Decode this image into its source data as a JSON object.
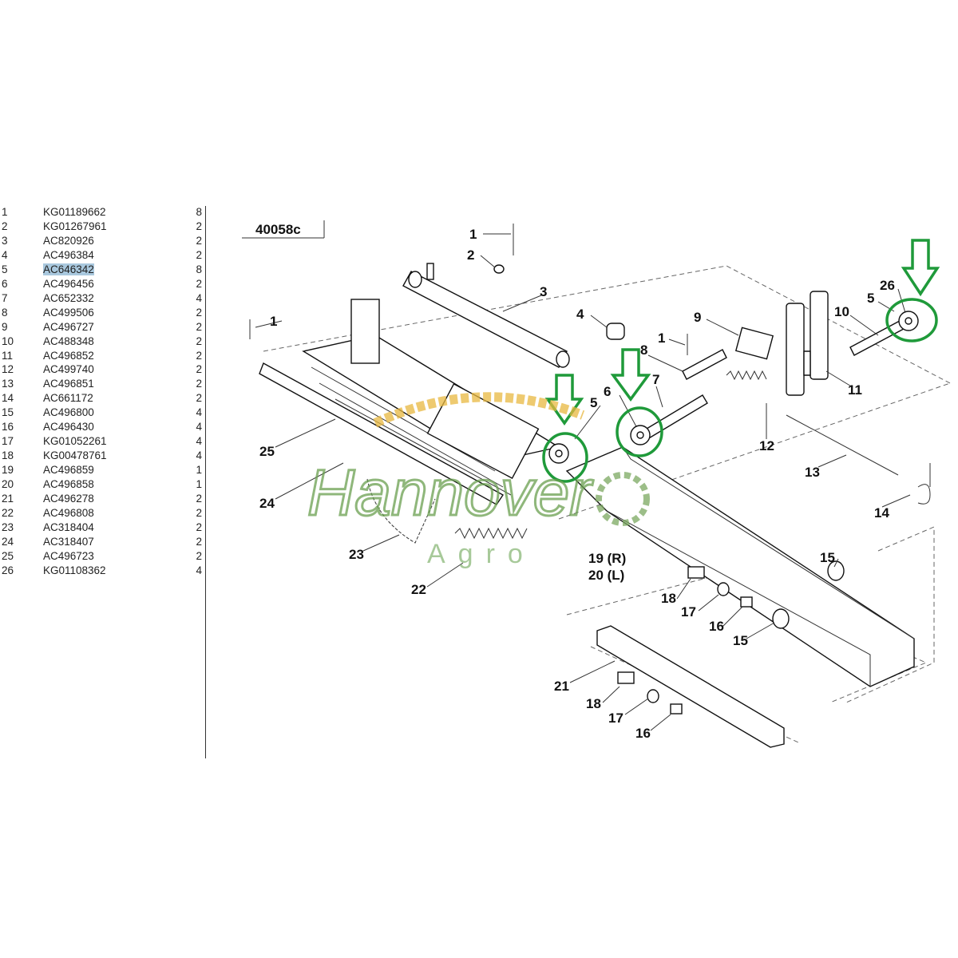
{
  "parts_list": [
    {
      "pos": "1",
      "code": "KG01189662",
      "qty": "8"
    },
    {
      "pos": "2",
      "code": "KG01267961",
      "qty": "2"
    },
    {
      "pos": "3",
      "code": "AC820926",
      "qty": "2"
    },
    {
      "pos": "4",
      "code": "AC496384",
      "qty": "2"
    },
    {
      "pos": "5",
      "code": "AC646342",
      "qty": "8",
      "highlighted": true
    },
    {
      "pos": "6",
      "code": "AC496456",
      "qty": "2"
    },
    {
      "pos": "7",
      "code": "AC652332",
      "qty": "4"
    },
    {
      "pos": "8",
      "code": "AC499506",
      "qty": "2"
    },
    {
      "pos": "9",
      "code": "AC496727",
      "qty": "2"
    },
    {
      "pos": "10",
      "code": "AC488348",
      "qty": "2"
    },
    {
      "pos": "11",
      "code": "AC496852",
      "qty": "2"
    },
    {
      "pos": "12",
      "code": "AC499740",
      "qty": "2"
    },
    {
      "pos": "13",
      "code": "AC496851",
      "qty": "2"
    },
    {
      "pos": "14",
      "code": "AC661172",
      "qty": "2"
    },
    {
      "pos": "15",
      "code": "AC496800",
      "qty": "4"
    },
    {
      "pos": "16",
      "code": "AC496430",
      "qty": "4"
    },
    {
      "pos": "17",
      "code": "KG01052261",
      "qty": "4"
    },
    {
      "pos": "18",
      "code": "KG00478761",
      "qty": "4"
    },
    {
      "pos": "19",
      "code": "AC496859",
      "qty": "1"
    },
    {
      "pos": "20",
      "code": "AC496858",
      "qty": "1"
    },
    {
      "pos": "21",
      "code": "AC496278",
      "qty": "2"
    },
    {
      "pos": "22",
      "code": "AC496808",
      "qty": "2"
    },
    {
      "pos": "23",
      "code": "AC318404",
      "qty": "2"
    },
    {
      "pos": "24",
      "code": "AC318407",
      "qty": "2"
    },
    {
      "pos": "25",
      "code": "AC496723",
      "qty": "2"
    },
    {
      "pos": "26",
      "code": "KG01108362",
      "qty": "4"
    }
  ],
  "diagram": {
    "id": "40058c",
    "callouts": [
      "1",
      "2",
      "3",
      "4",
      "1",
      "9",
      "1",
      "8",
      "7",
      "6",
      "5",
      "26",
      "5",
      "10",
      "11",
      "12",
      "13",
      "14",
      "25",
      "24",
      "23",
      "22",
      "19 (R)",
      "20 (L)",
      "15",
      "18",
      "17",
      "16",
      "15",
      "21",
      "18",
      "17",
      "16"
    ],
    "highlight_color": "#1f9a3a"
  },
  "watermark": {
    "brand": "Hannover",
    "sub": "Agro"
  }
}
